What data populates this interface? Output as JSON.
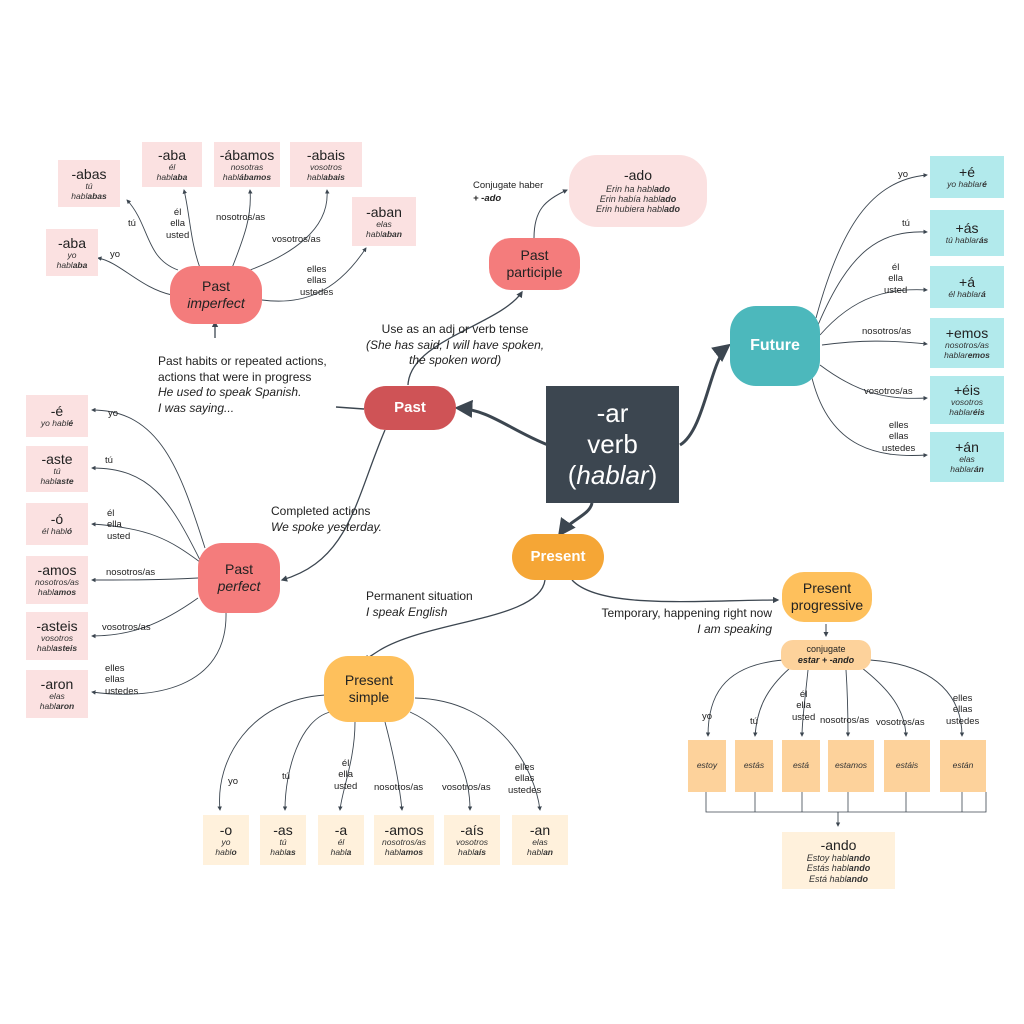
{
  "center": {
    "line1": "-ar",
    "line2": "verb",
    "line3": "hablar"
  },
  "past": {
    "label": "Past"
  },
  "future": {
    "label": "Future"
  },
  "present": {
    "label": "Present"
  },
  "imperfect": {
    "label1": "Past",
    "label2": "imperfect",
    "desc1": "Past habits or repeated actions,",
    "desc2": "actions that were in progress",
    "desc3": "He used to speak Spanish.",
    "desc4": "I was saying...",
    "endings": [
      {
        "suffix": "-aba",
        "p": "yo",
        "stem": "habl",
        "end": "aba"
      },
      {
        "suffix": "-abas",
        "p": "tú",
        "stem": "habl",
        "end": "abas"
      },
      {
        "suffix": "-aba",
        "p": "él",
        "stem": "habl",
        "end": "aba"
      },
      {
        "suffix": "-ábamos",
        "p": "nosotras",
        "stem": "habl",
        "end": "ábamos"
      },
      {
        "suffix": "-abais",
        "p": "vosotros",
        "stem": "habl",
        "end": "abais"
      },
      {
        "suffix": "-aban",
        "p": "elas",
        "stem": "habl",
        "end": "aban"
      }
    ],
    "pronouns": [
      "yo",
      "tú",
      "él\nella\nusted",
      "nosotros/as",
      "vosotros/as",
      "elles\nellas\nustedes"
    ]
  },
  "participle": {
    "label1": "Past",
    "label2": "participle",
    "use1": "Use as an adj or verb tense",
    "use2": "(She has said, I will have spoken,",
    "use3": "the spoken word)",
    "conj1": "Conjugate haber",
    "conj2": "+ -ado",
    "suffix": "-ado",
    "ex": [
      {
        "pre": "Erin ha habl",
        "end": "ado"
      },
      {
        "pre": "Erin había habl",
        "end": "ado"
      },
      {
        "pre": "Erin hubiera habl",
        "end": "ado"
      }
    ]
  },
  "perfect": {
    "label1": "Past",
    "label2": "perfect",
    "desc1": "Completed actions",
    "desc2": "We spoke yesterday.",
    "endings": [
      {
        "suffix": "-é",
        "l1": "yo habl",
        "e1": "é",
        "l2": "",
        "e2": ""
      },
      {
        "suffix": "-aste",
        "l1": "tú",
        "e1": "",
        "l2": "habl",
        "e2": "aste"
      },
      {
        "suffix": "-ó",
        "l1": "él habl",
        "e1": "ó",
        "l2": "",
        "e2": ""
      },
      {
        "suffix": "-amos",
        "l1": "nosotros/as",
        "e1": "",
        "l2": "habl",
        "e2": "amos"
      },
      {
        "suffix": "-asteis",
        "l1": "vosotros",
        "e1": "",
        "l2": "habl",
        "e2": "asteis"
      },
      {
        "suffix": "-aron",
        "l1": "elas",
        "e1": "",
        "l2": "habl",
        "e2": "aron"
      }
    ],
    "pronouns": [
      "yo",
      "tú",
      "él\nella\nusted",
      "nosotros/as",
      "vosotros/as",
      "elles\nellas\nustedes"
    ]
  },
  "futureEndings": {
    "items": [
      {
        "suffix": "+é",
        "l1": "yo hablar",
        "e1": "é",
        "l2": "",
        "e2": ""
      },
      {
        "suffix": "+ás",
        "l1": "tú hablar",
        "e1": "ás",
        "l2": "",
        "e2": ""
      },
      {
        "suffix": "+á",
        "l1": "él hablar",
        "e1": "á",
        "l2": "",
        "e2": ""
      },
      {
        "suffix": "+emos",
        "l1": "nosotros/as",
        "e1": "",
        "l2": "hablar",
        "e2": "emos"
      },
      {
        "suffix": "+éis",
        "l1": "vosotros",
        "e1": "",
        "l2": "hablar",
        "e2": "éis"
      },
      {
        "suffix": "+án",
        "l1": "elas",
        "e1": "",
        "l2": "hablar",
        "e2": "án"
      }
    ],
    "pronouns": [
      "yo",
      "tú",
      "él\nella\nusted",
      "nosotros/as",
      "vosotros/as",
      "elles\nellas\nustedes"
    ]
  },
  "simple": {
    "label1": "Present",
    "label2": "simple",
    "desc1": "Permanent situation",
    "desc2": "I speak English",
    "endings": [
      {
        "suffix": "-o",
        "p": "yo",
        "stem": "habl",
        "end": "o"
      },
      {
        "suffix": "-as",
        "p": "tú",
        "stem": "habl",
        "end": "as"
      },
      {
        "suffix": "-a",
        "p": "él",
        "stem": "habl",
        "end": "a"
      },
      {
        "suffix": "-amos",
        "p": "nosotros/as",
        "stem": "habl",
        "end": "amos"
      },
      {
        "suffix": "-aís",
        "p": "vosotros",
        "stem": "habl",
        "end": "aís"
      },
      {
        "suffix": "-an",
        "p": "elas",
        "stem": "habl",
        "end": "an"
      }
    ],
    "pronouns": [
      "yo",
      "tú",
      "él\nella\nusted",
      "nosotros/as",
      "vosotros/as",
      "elles\nellas\nustedes"
    ]
  },
  "progressive": {
    "label1": "Present",
    "label2": "progressive",
    "desc1": "Temporary, happening right now",
    "desc2": "I am speaking",
    "conj1": "conjugate",
    "conj2": "estar + -ando",
    "forms": [
      "estoy",
      "estás",
      "está",
      "estamos",
      "estáis",
      "están"
    ],
    "pronouns": [
      "yo",
      "tú",
      "él\nella\nusted",
      "nosotros/as",
      "vosotros/as",
      "elles\nellas\nustedes"
    ],
    "suffix": "-ando",
    "ex": [
      {
        "pre": "Estoy habl",
        "end": "ando"
      },
      {
        "pre": "Estás habl",
        "end": "ando"
      },
      {
        "pre": "Está habl",
        "end": "ando"
      }
    ]
  },
  "colors": {
    "center": "#3c4650",
    "past": "#cf5356",
    "pastSub": "#f47c7c",
    "future": "#4cb8bc",
    "present": "#f5a636",
    "presentSub": "#fec05c",
    "pink": "#fbe1e1",
    "teal": "#b2eaec",
    "cream": "#fff1dc",
    "tan": "#fdd29b"
  }
}
